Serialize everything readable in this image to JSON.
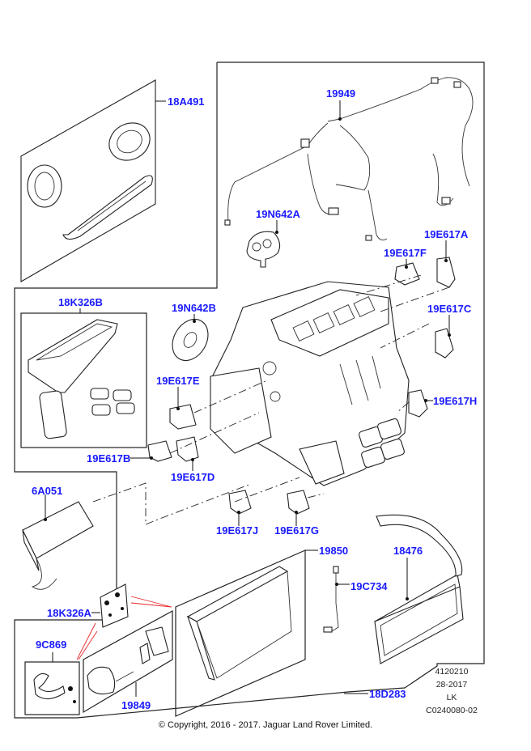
{
  "diagram": {
    "label_color": "#1a1aff",
    "leader_color": "#111111",
    "accent_line_color": "#e8282a",
    "parts": {
      "p18A491": "18A491",
      "p19949": "19949",
      "p19N642A": "19N642A",
      "p19E617F": "19E617F",
      "p19E617A": "19E617A",
      "p18K326B": "18K326B",
      "p19N642B": "19N642B",
      "p19E617C": "19E617C",
      "p19E617E": "19E617E",
      "p19E617H": "19E617H",
      "p19E617B": "19E617B",
      "p19E617D": "19E617D",
      "p6A051": "6A051",
      "p19E617J": "19E617J",
      "p19E617G": "19E617G",
      "p19850": "19850",
      "p18476": "18476",
      "p19C734": "19C734",
      "p18K326A": "18K326A",
      "p9C869": "9C869",
      "p19849": "19849",
      "p18D283": "18D283"
    },
    "info_block": {
      "line1": "4120210",
      "line2": "28-2017",
      "line3": "LK",
      "line4": "C0240080-02"
    },
    "copyright": "© Copyright, 2016 - 2017. Jaguar Land Rover Limited."
  }
}
